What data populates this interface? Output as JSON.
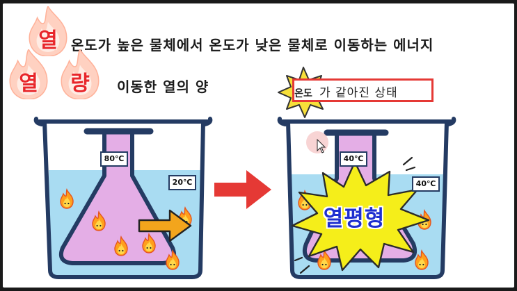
{
  "header": {
    "heat_char": "열",
    "heat_definition": "온도가 높은 물체에서 온도가 낮은 물체로 이동하는 에너지",
    "amount_chars": [
      "열",
      "량"
    ],
    "amount_definition": "이동한 열의 양"
  },
  "before": {
    "flask_temp": "80℃",
    "water_temp": "20℃"
  },
  "after": {
    "star_word": "온도",
    "state_text": "가 같아진 상태",
    "flask_temp": "40℃",
    "water_temp": "40℃",
    "equilibrium": "열평형"
  },
  "colors": {
    "heat_red": "#e8262a",
    "water_blue": "#a9dcf2",
    "flask_liquid": "#e4aee6",
    "flask_outline": "#243b63",
    "flow_arrow": "#f3a51c",
    "transition_arrow": "#e53935",
    "burst_yellow": "#f5ee1a",
    "equilibrium_text": "#1e2fd0"
  },
  "icons": {
    "flame": "flame-icon",
    "star": "star-burst-icon",
    "burst": "explosion-burst-icon",
    "cursor": "mouse-cursor-icon"
  }
}
